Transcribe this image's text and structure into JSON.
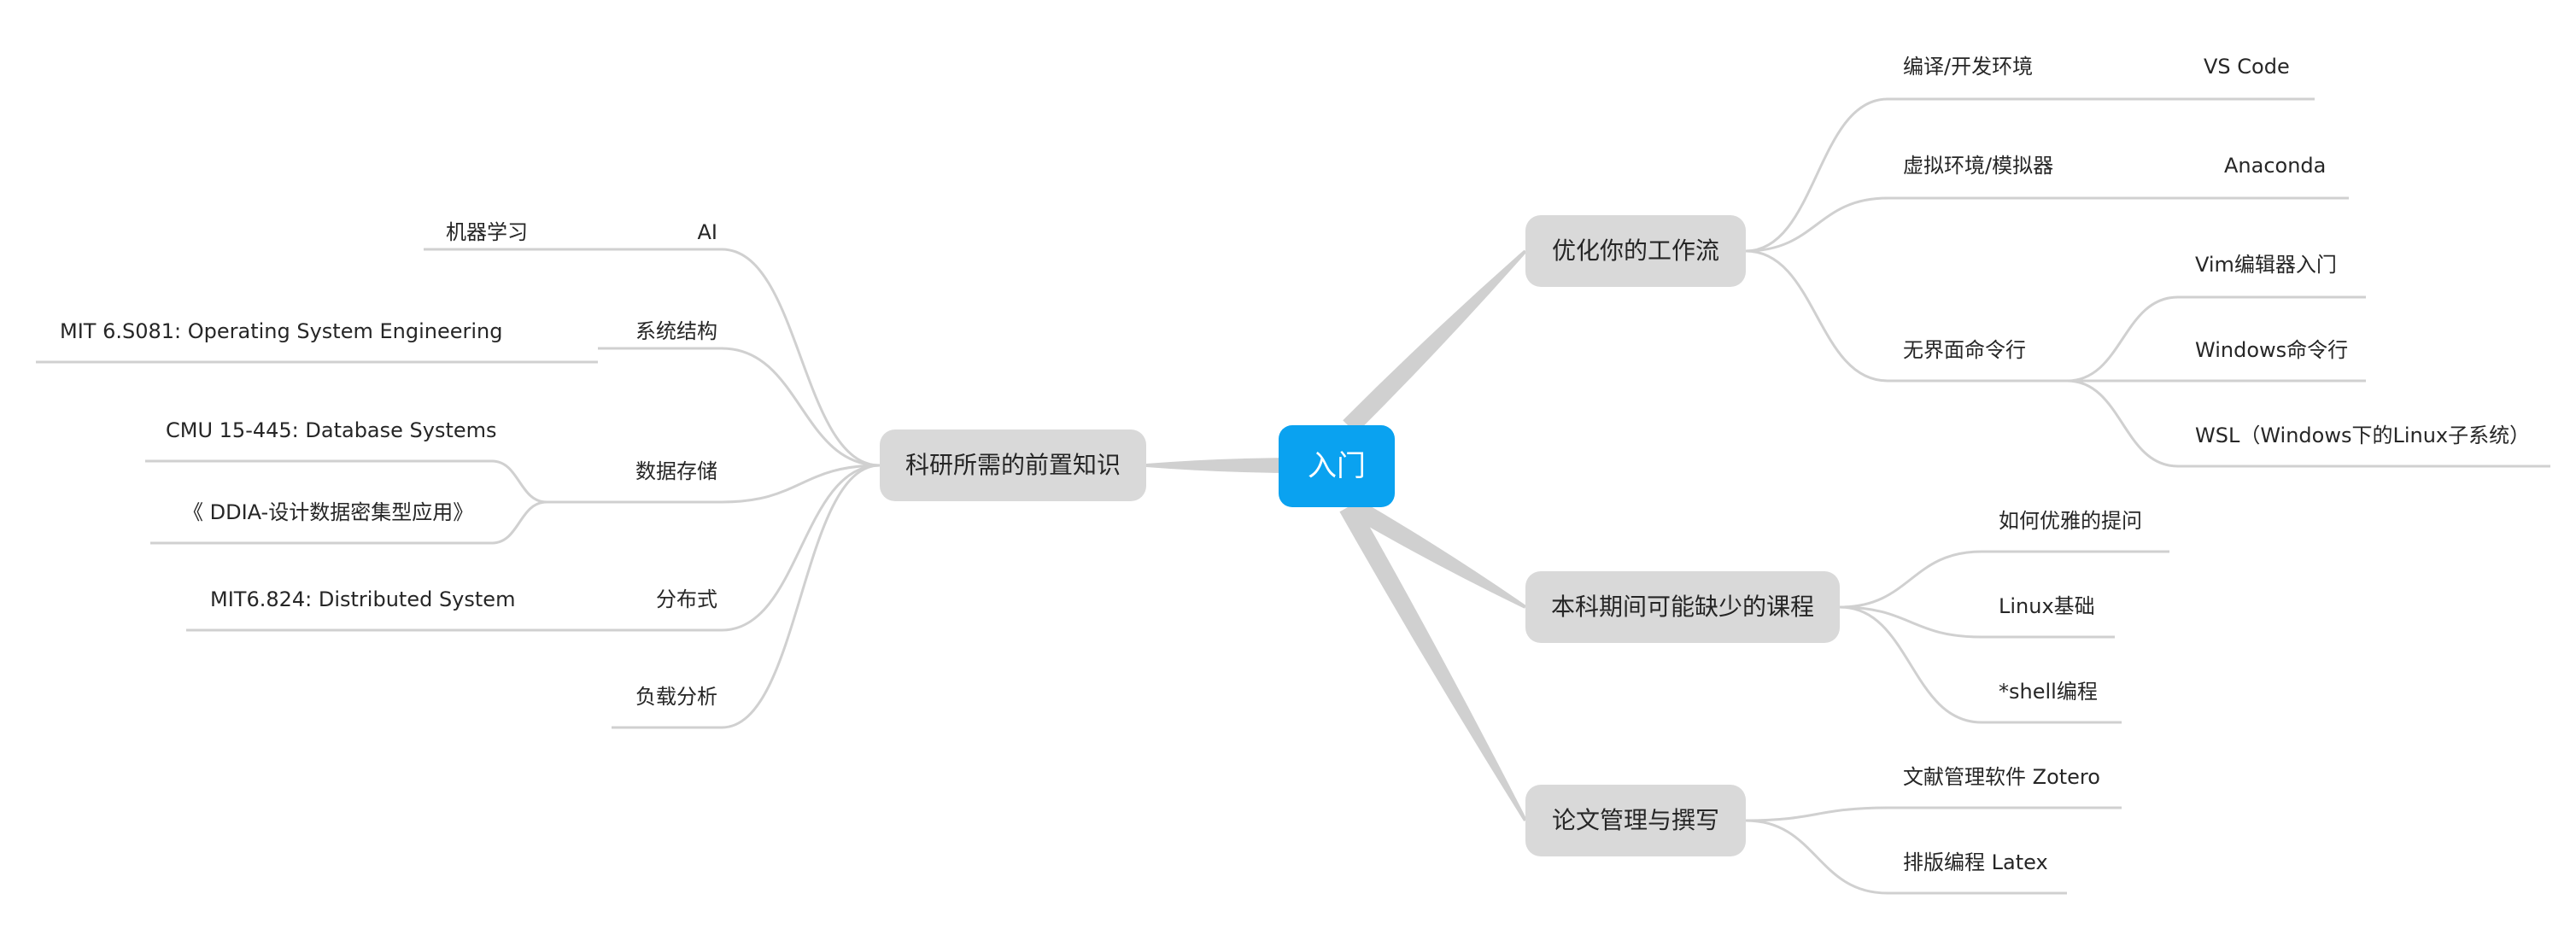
{
  "root": {
    "label": "入门"
  },
  "left": {
    "main": {
      "label": "科研所需的前置知识"
    },
    "items": [
      {
        "label": "AI",
        "children": [
          "机器学习"
        ]
      },
      {
        "label": "系统结构",
        "children": [
          "MIT 6.S081: Operating System Engineering"
        ]
      },
      {
        "label": "数据存储",
        "children": [
          "CMU 15-445: Database Systems",
          "《 DDIA-设计数据密集型应用》"
        ]
      },
      {
        "label": "分布式",
        "children": [
          "MIT6.824: Distributed System"
        ]
      },
      {
        "label": "负载分析",
        "children": []
      }
    ]
  },
  "right": [
    {
      "label": "优化你的工作流",
      "items": [
        {
          "label": "编译/开发环境",
          "children": [
            "VS Code"
          ]
        },
        {
          "label": "虚拟环境/模拟器",
          "children": [
            "Anaconda"
          ]
        },
        {
          "label": "无界面命令行",
          "children": [
            "Vim编辑器入门",
            "Windows命令行",
            "WSL（Windows下的Linux子系统）"
          ]
        }
      ]
    },
    {
      "label": "本科期间可能缺少的课程",
      "items": [
        {
          "label": "如何优雅的提问",
          "children": []
        },
        {
          "label": "Linux基础",
          "children": []
        },
        {
          "label": "*shell编程",
          "children": []
        }
      ]
    },
    {
      "label": "论文管理与撰写",
      "items": [
        {
          "label": "文献管理软件 Zotero",
          "children": []
        },
        {
          "label": "排版编程 Latex",
          "children": []
        }
      ]
    }
  ],
  "colors": {
    "root": "#0aa2f0",
    "main_node": "#d9d9d9",
    "connector": "#d0d0d0",
    "text": "#262626"
  }
}
